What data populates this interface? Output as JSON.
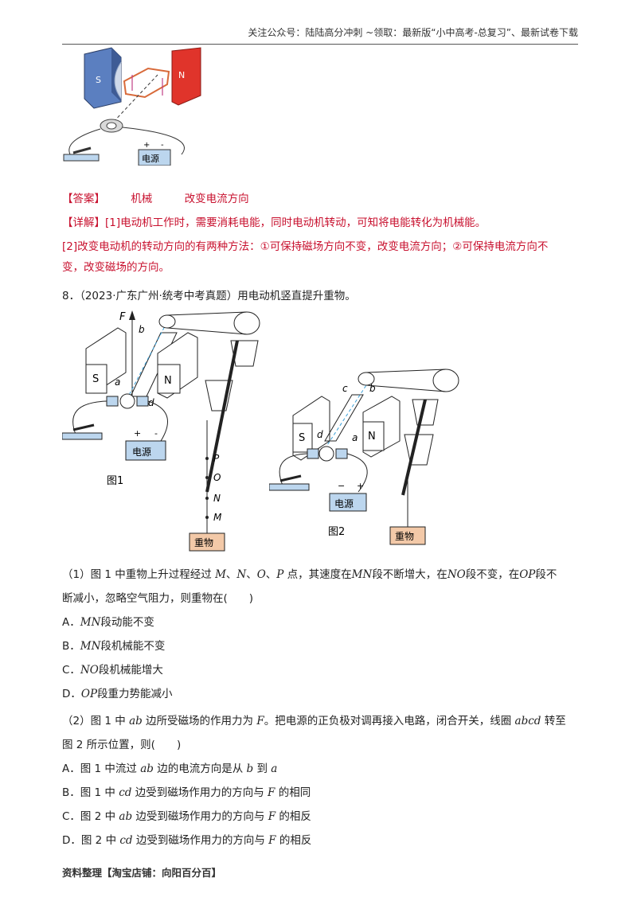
{
  "header": "关注公众号：陆陆高分冲刺 ~领取：最新版“小中高考-总复习”、最新试卷下载",
  "fig_top": {
    "magnet_s": "S",
    "magnet_n": "N",
    "battery_plus": "+",
    "battery_minus": "-",
    "battery": "电源"
  },
  "answer": {
    "tag": "【答案】",
    "a1": "机械",
    "a2": "改变电流方向"
  },
  "detail": {
    "line1": "【详解】[1]电动机工作时，需要消耗电能，同时电动机转动，可知将电能转化为机械能。",
    "line2": "[2]改变电动机的转动方向的有两种方法：①可保持磁场方向不变，改变电流方向；②可保持电流方向不",
    "line3": "变，改变磁场的方向。"
  },
  "q8": {
    "stem": "8．（2023·广东广州·统考中考真题）用电动机竖直提升重物。"
  },
  "fig1": {
    "F": "F",
    "b": "b",
    "a": "a",
    "d": "d",
    "S": "S",
    "N": "N",
    "plus": "+",
    "minus": "-",
    "battery": "电源",
    "P": "P",
    "O": "O",
    "Nlabel": "N",
    "M": "M",
    "weight": "重物",
    "caption": "图1"
  },
  "fig2": {
    "c": "c",
    "b": "b",
    "d": "d",
    "a": "a",
    "S": "S",
    "N": "N",
    "minus": "−",
    "plus": "+",
    "battery": "电源",
    "weight": "重物",
    "caption": "图2"
  },
  "q1": {
    "l1_a": "（1）图 1 中重物上升过程经过 ",
    "M": "M",
    "s1": "、",
    "N": "N",
    "s2": "、",
    "O": "O",
    "s3": "、",
    "P": "P",
    "l1_b": " 点，其速度在",
    "MN": "MN",
    "l1_c": "段不断增大，在",
    "NO": "NO",
    "l1_d": "段不变，在",
    "OP": "OP",
    "l1_e": "段不",
    "l2": "断减小，忽略空气阻力，则重物在(　　)",
    "optA_pre": "A．",
    "optA_v": "MN",
    "optA": "段动能不变",
    "optB_pre": "B．",
    "optB_v": "MN",
    "optB": "段机械能不变",
    "optC_pre": "C．",
    "optC_v": "NO",
    "optC": "段机械能增大",
    "optD_pre": "D．",
    "optD_v": "OP",
    "optD": "段重力势能减小"
  },
  "q2": {
    "l1_a": "（2）图 1 中 ",
    "ab": "ab",
    "l1_b": " 边所受磁场的作用力为 ",
    "F": "F",
    "l1_c": "。把电源的正负极对调再接入电路，闭合开关，线圈 ",
    "abcd": "abcd",
    "l1_d": " 转至",
    "l2": "图 2 所示位置，则(　　)",
    "optA_a": "A．图 1 中流过 ",
    "optA_ab": "ab",
    "optA_b": " 边的电流方向是从 ",
    "optA_bb": "b",
    "optA_c": " 到 ",
    "optA_aa": "a",
    "optB_a": "B．图 1 中 ",
    "optB_cd": "cd",
    "optB_b": " 边受到磁场作用力的方向与 ",
    "optB_F": "F",
    "optB_c": " 的相同",
    "optC_a": "C．图 2 中 ",
    "optC_ab": "ab",
    "optC_b": " 边受到磁场作用力的方向与 ",
    "optC_F": "F",
    "optC_c": " 的相反",
    "optD_a": "D．图 2 中 ",
    "optD_cd": "cd",
    "optD_b": " 边受到磁场作用力的方向与 ",
    "optD_F": "F",
    "optD_c": " 的相反"
  },
  "footer": "资料整理【淘宝店铺：向阳百分百】",
  "colors": {
    "answer_red": "#c8102e",
    "magnet_blue": "#5b7fc0",
    "magnet_red": "#e0342b",
    "battery_fill": "#bcd6ee",
    "weight_fill": "#f3c9a8"
  }
}
